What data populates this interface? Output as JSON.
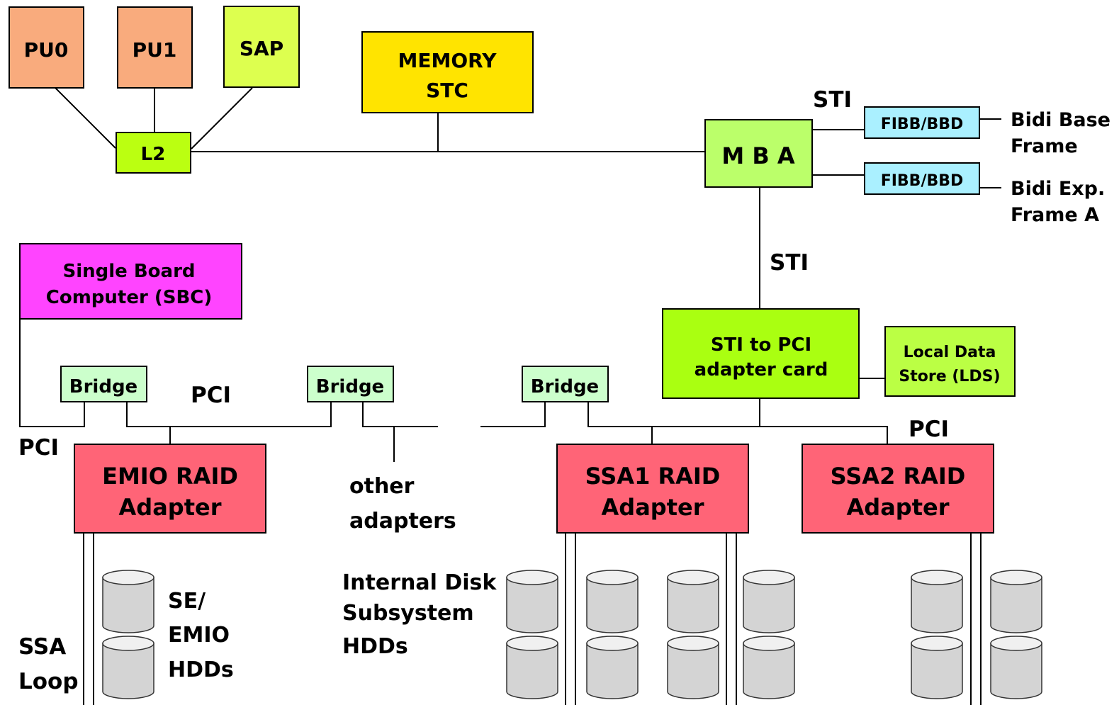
{
  "colors": {
    "pu": "#f9ab7d",
    "sap": "#ddff4f",
    "l2": "#bbff11",
    "memory": "#ffe400",
    "mba": "#bbff6a",
    "fibb": "#aaf0ff",
    "sbc": "#ff44ff",
    "bridge": "#ccffcc",
    "sti_pci": "#aaff11",
    "lds": "#bbff44",
    "raid": "#ff6477",
    "disk": "#d4d4d4"
  },
  "nodes": {
    "pu0": "PU0",
    "pu1": "PU1",
    "sap": "SAP",
    "l2": "L2",
    "memory": [
      "MEMORY",
      "STC"
    ],
    "mba": "M B A",
    "fibb1": "FIBB/BBD",
    "fibb2": "FIBB/BBD",
    "sbc": [
      "Single Board",
      "Computer (SBC)"
    ],
    "bridge1": "Bridge",
    "bridge2": "Bridge",
    "bridge3": "Bridge",
    "sti_pci": [
      "STI to PCI",
      "adapter card"
    ],
    "lds": [
      "Local Data",
      "Store (LDS)"
    ],
    "emio_raid": [
      "EMIO RAID",
      "Adapter"
    ],
    "ssa1_raid": [
      "SSA1 RAID",
      "Adapter"
    ],
    "ssa2_raid": [
      "SSA2 RAID",
      "Adapter"
    ]
  },
  "labels": {
    "sti_top": "STI",
    "sti_mid": "STI",
    "bidi_base": [
      "Bidi Base",
      "Frame"
    ],
    "bidi_exp": [
      "Bidi Exp.",
      "Frame A"
    ],
    "pci_left": "PCI",
    "pci_mid": "PCI",
    "pci_right": "PCI",
    "other_adapters": [
      "other",
      "adapters"
    ],
    "internal_disk": [
      "Internal Disk",
      "Subsystem",
      "HDDs"
    ],
    "emio_hdds": [
      "SE/",
      "EMIO",
      "HDDs"
    ],
    "ssa_loop": [
      "SSA",
      "Loop"
    ]
  }
}
